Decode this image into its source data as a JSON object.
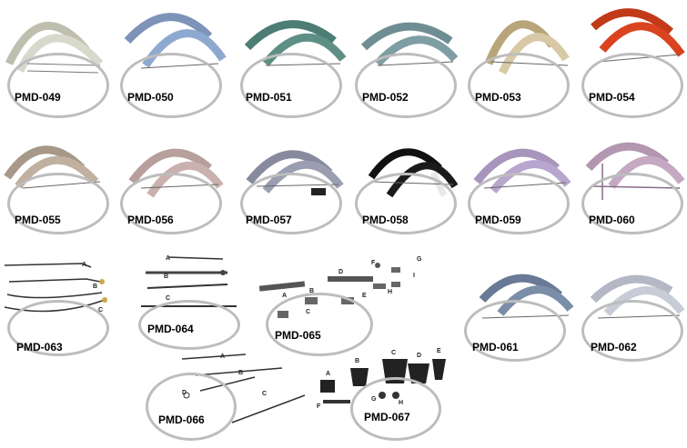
{
  "products": [
    {
      "code": "PMD-049",
      "color": "#d8d8cc"
    },
    {
      "code": "PMD-050",
      "color": "#8ea9cf"
    },
    {
      "code": "PMD-051",
      "color": "#5e8f84"
    },
    {
      "code": "PMD-052",
      "color": "#7f9ea3"
    },
    {
      "code": "PMD-053",
      "color": "#d8c9a6"
    },
    {
      "code": "PMD-054",
      "color": "#d9431f"
    },
    {
      "code": "PMD-055",
      "color": "#c0b0a0"
    },
    {
      "code": "PMD-056",
      "color": "#c9b1ae"
    },
    {
      "code": "PMD-057",
      "color": "#9a9eb0"
    },
    {
      "code": "PMD-058",
      "color": "#1b1b1b"
    },
    {
      "code": "PMD-059",
      "color": "#b9a6cf"
    },
    {
      "code": "PMD-060",
      "color": "#c5a9c3"
    },
    {
      "code": "PMD-063",
      "color": "#333333"
    },
    {
      "code": "PMD-064",
      "color": "#333333"
    },
    {
      "code": "PMD-065",
      "color": "#333333"
    },
    {
      "code": "PMD-061",
      "color": "#7b8ea8"
    },
    {
      "code": "PMD-062",
      "color": "#c8ccd6"
    },
    {
      "code": "PMD-066",
      "color": "#333333"
    },
    {
      "code": "PMD-067",
      "color": "#222222"
    }
  ],
  "part_labels": {
    "pmd063": [
      "A",
      "B",
      "C"
    ],
    "pmd064": [
      "A",
      "B",
      "C"
    ],
    "pmd065": [
      "A",
      "B",
      "C",
      "D",
      "E",
      "F",
      "G",
      "H",
      "I"
    ],
    "pmd066": [
      "A",
      "B",
      "C",
      "D"
    ],
    "pmd067": [
      "A",
      "B",
      "C",
      "D",
      "E",
      "F",
      "G",
      "H"
    ]
  }
}
